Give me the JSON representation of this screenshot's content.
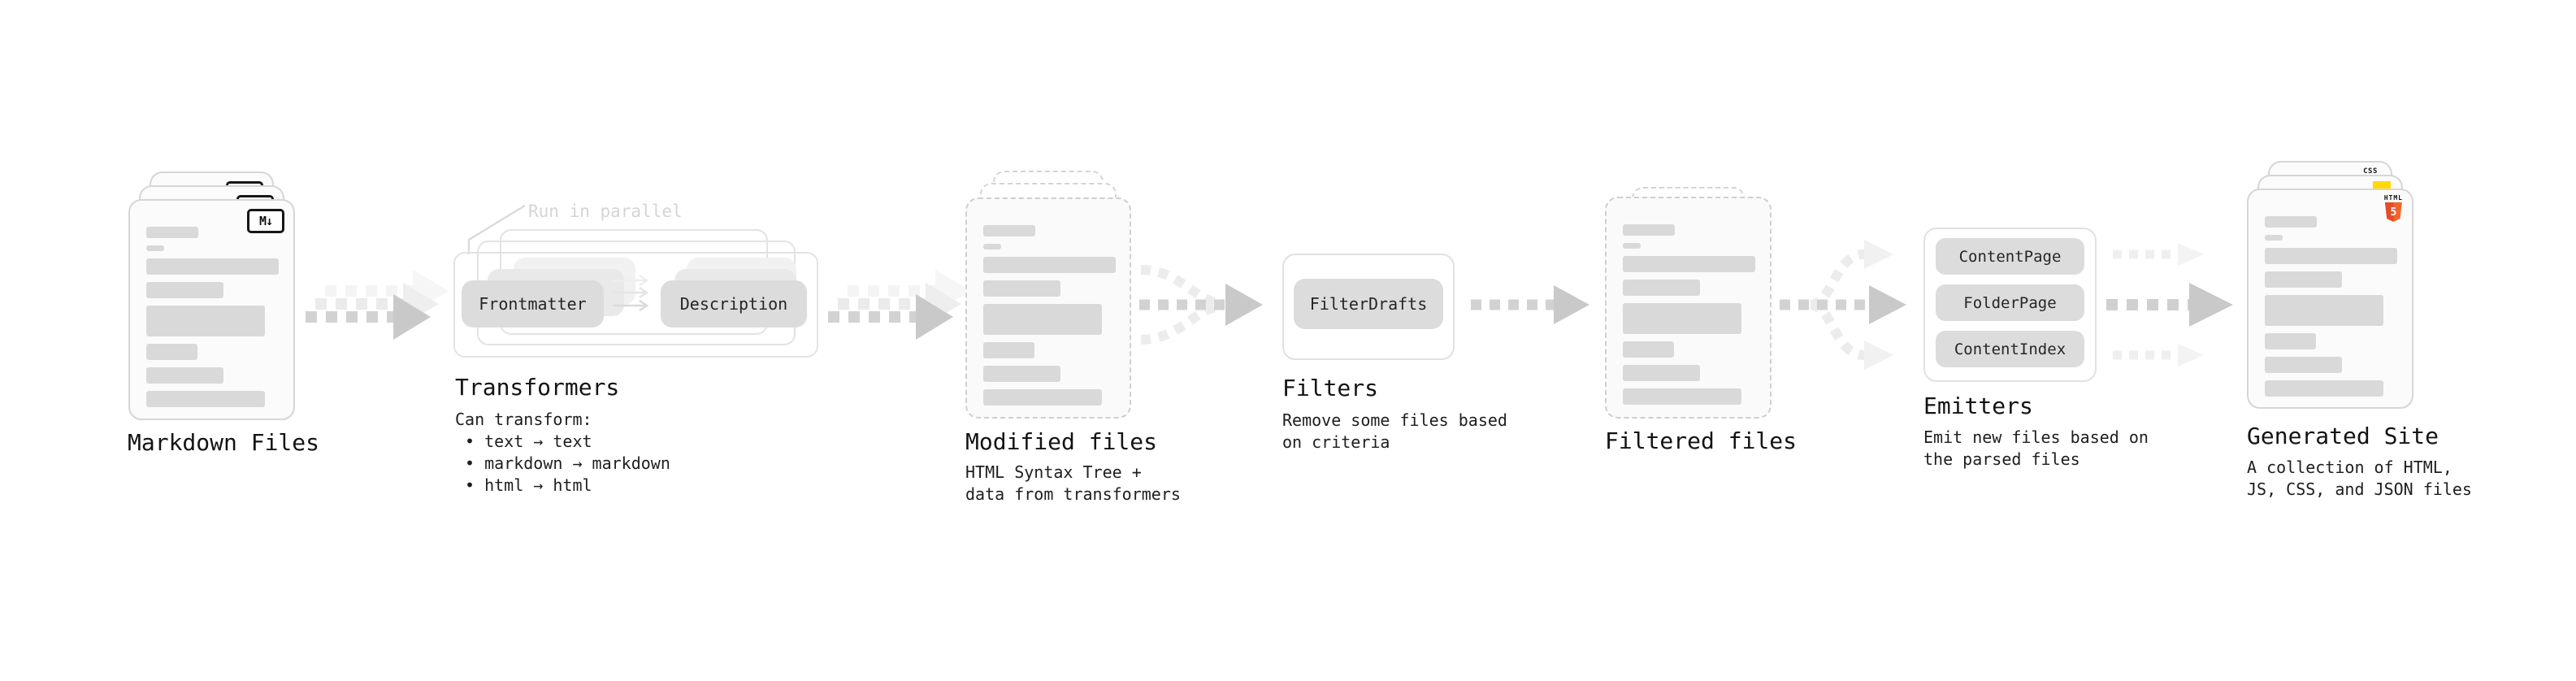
{
  "stages": {
    "markdown": {
      "title": "Markdown Files",
      "badge": "M↓"
    },
    "transformers": {
      "title": "Transformers",
      "note": "Run in parallel",
      "pill_left": "Frontmatter",
      "pill_right": "Description",
      "desc_heading": "Can transform:",
      "bullets": [
        "• text → text",
        "• markdown → markdown",
        "• html → html"
      ]
    },
    "modified": {
      "title": "Modified files",
      "desc1": "HTML Syntax Tree +",
      "desc2": "data from transformers"
    },
    "filters": {
      "title": "Filters",
      "pill": "FilterDrafts",
      "desc1": "Remove some files based",
      "desc2": "on criteria"
    },
    "filtered": {
      "title": "Filtered files"
    },
    "emitters": {
      "title": "Emitters",
      "pills": [
        "ContentPage",
        "FolderPage",
        "ContentIndex"
      ],
      "desc1": "Emit new files based on",
      "desc2": "the parsed files"
    },
    "generated": {
      "title": "Generated Site",
      "desc1": "A collection of HTML,",
      "desc2": "JS, CSS, and JSON files",
      "css_badge": "CSS",
      "html_badge": "HTML",
      "html_number": "5"
    }
  },
  "colors": {
    "html5_orange": "#e44d26",
    "js_yellow": "#ffd900",
    "css_blue": "#2f6bff",
    "placeholder_bar": "#d9d9d9",
    "arrow_dark": "#c9c9c9",
    "arrow_dash": "#d2d2d2",
    "arrow_light": "#ececec",
    "muted_note": "#d5d5d5"
  }
}
